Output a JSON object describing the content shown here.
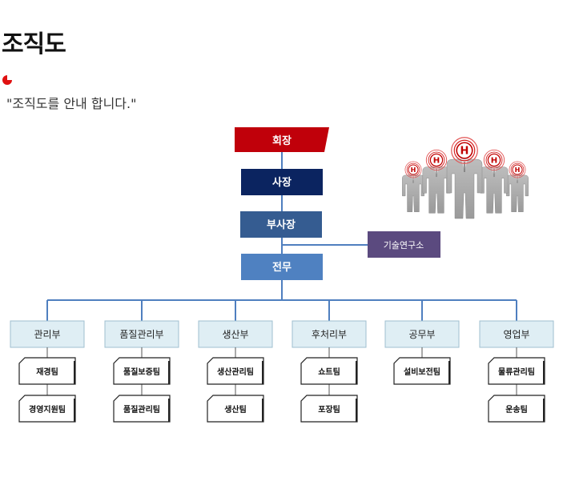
{
  "page": {
    "title": "조직도",
    "intro": "\"조직도를 안내 합니다.\""
  },
  "colors": {
    "chairman": "#c0000a",
    "president": "#0b2460",
    "vice_president": "#355c91",
    "director": "#4f81c1",
    "research": "#5b4a7f",
    "dept_fill": "#dfeef4",
    "line": "#4f7fbf",
    "bullet": "#e01010"
  },
  "org": {
    "chairman": "회장",
    "president": "사장",
    "vice_president": "부사장",
    "research": "기술연구소",
    "director": "전무",
    "departments": [
      {
        "name": "관리부",
        "teams": [
          "재경팀",
          "경영지원팀"
        ]
      },
      {
        "name": "품질관리부",
        "teams": [
          "품질보증팀",
          "품질관리팀"
        ]
      },
      {
        "name": "생산부",
        "teams": [
          "생산관리팀",
          "생산팀"
        ]
      },
      {
        "name": "후처리부",
        "teams": [
          "쇼트팀",
          "포장팀"
        ]
      },
      {
        "name": "공무부",
        "teams": [
          "설비보전팀"
        ]
      },
      {
        "name": "영업부",
        "teams": [
          "물류관리팀",
          "운송팀"
        ]
      }
    ]
  },
  "illustration": {
    "icon": "people-group-icon",
    "badge_letter": "H"
  }
}
